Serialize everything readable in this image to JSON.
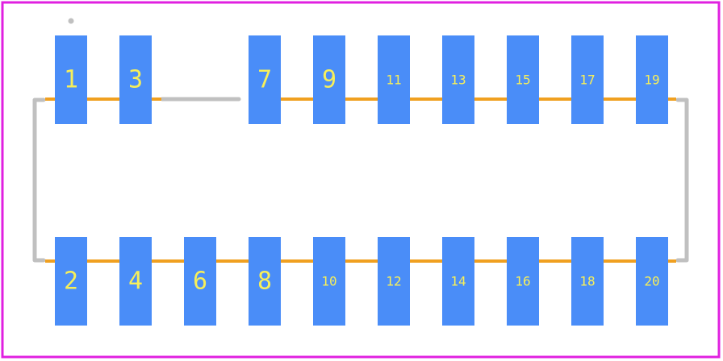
{
  "colors": {
    "boundary": "#e020e0",
    "pad": "#4a8df8",
    "label": "#f7ef5a",
    "silkscreen": "#c0c0c0",
    "trace": "#f0a020",
    "background": "#ffffff"
  },
  "pads_top": [
    {
      "label": "1"
    },
    {
      "label": "3"
    },
    {
      "label": "7"
    },
    {
      "label": "9"
    },
    {
      "label": "11"
    },
    {
      "label": "13"
    },
    {
      "label": "15"
    },
    {
      "label": "17"
    },
    {
      "label": "19"
    }
  ],
  "pads_bottom": [
    {
      "label": "2"
    },
    {
      "label": "4"
    },
    {
      "label": "6"
    },
    {
      "label": "8"
    },
    {
      "label": "10"
    },
    {
      "label": "12"
    },
    {
      "label": "14"
    },
    {
      "label": "16"
    },
    {
      "label": "18"
    },
    {
      "label": "20"
    }
  ]
}
